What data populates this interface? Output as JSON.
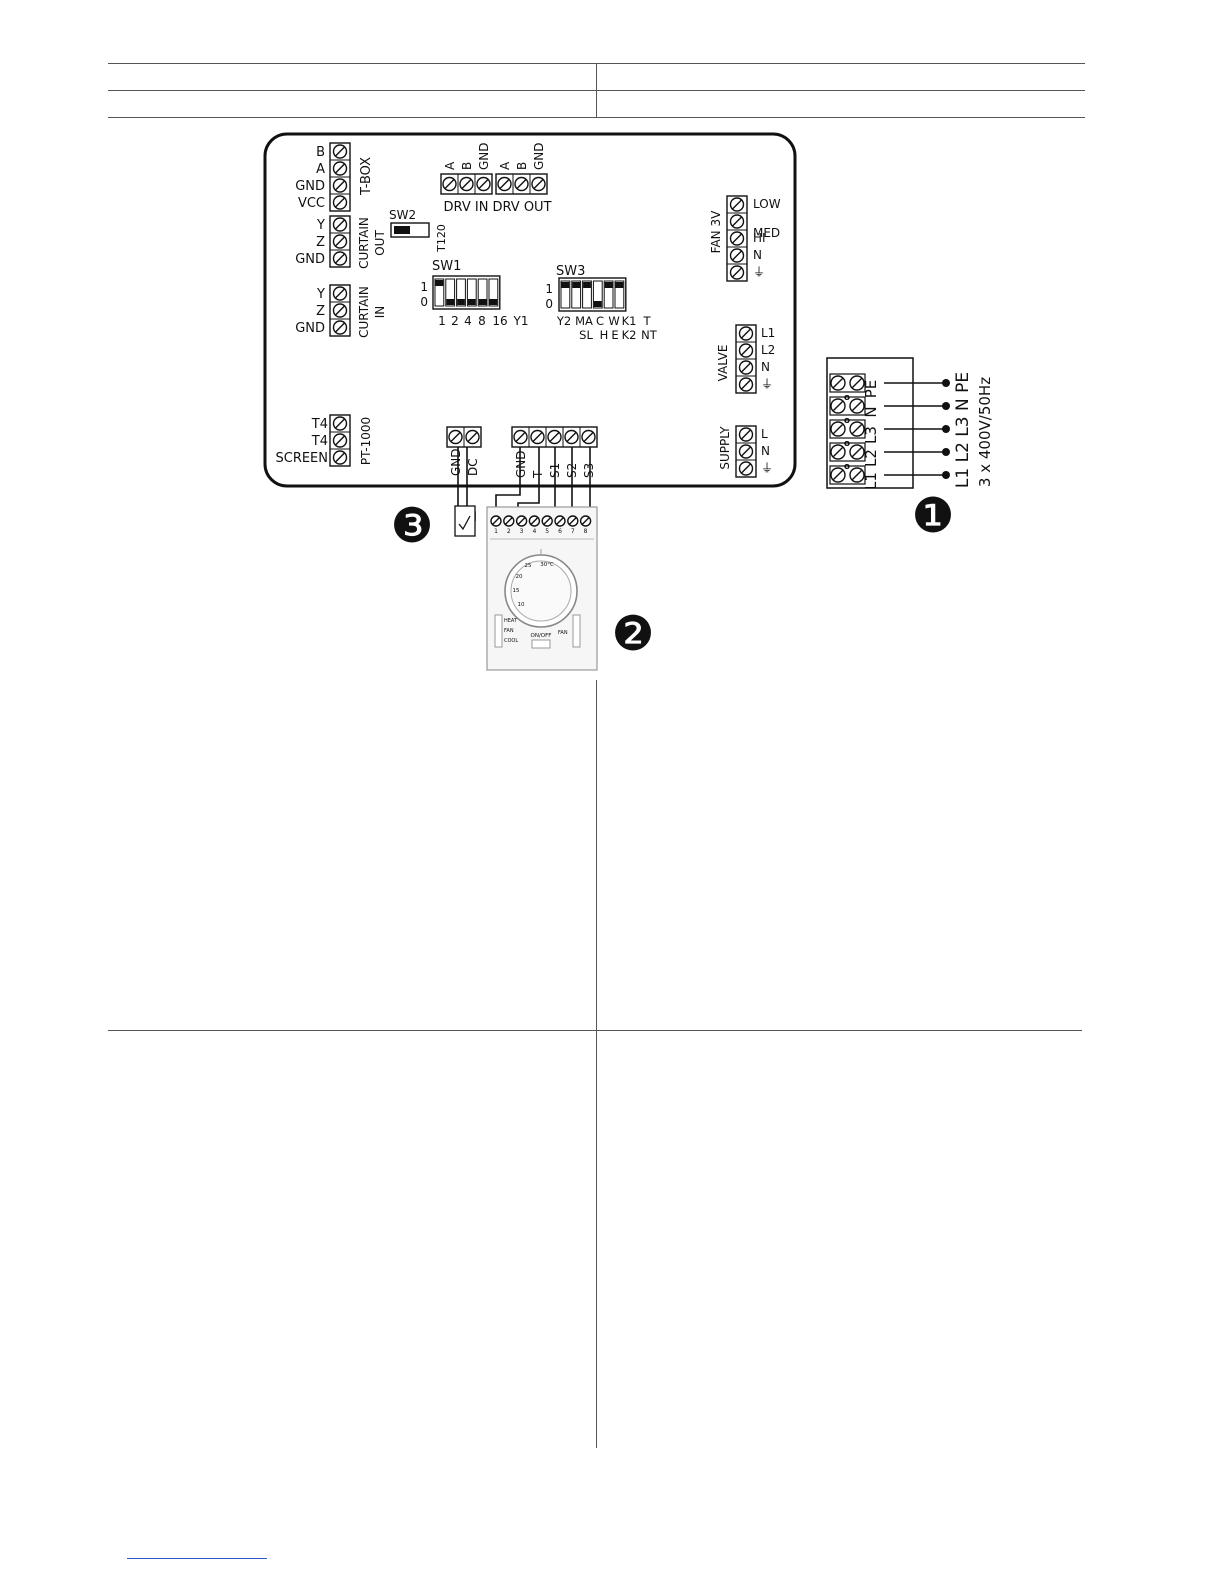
{
  "board": {
    "tbox": {
      "pins": [
        "B",
        "A",
        "GND",
        "VCC"
      ],
      "label": "T-BOX"
    },
    "curtain_out": {
      "pins": [
        "Y",
        "Z",
        "GND"
      ],
      "label1": "CURTAIN",
      "label2": "OUT"
    },
    "curtain_in": {
      "pins": [
        "Y",
        "Z",
        "GND"
      ],
      "label1": "CURTAIN",
      "label2": "IN"
    },
    "pt1000": {
      "pins": [
        "T4",
        "T4",
        "SCREEN"
      ],
      "label": "PT-1000"
    },
    "drv_in": {
      "pins": [
        "A",
        "B",
        "GND"
      ],
      "label": "DRV IN"
    },
    "drv_out": {
      "pins": [
        "A",
        "B",
        "GND"
      ],
      "label": "DRV OUT"
    },
    "sw2": {
      "label": "SW2",
      "sub": "T120"
    },
    "sw1": {
      "label": "SW1",
      "row1": "1",
      "row0": "0",
      "positions": [
        "1",
        "2",
        "4",
        "8",
        "16",
        "Y1"
      ],
      "states": [
        1,
        0,
        0,
        0,
        0,
        0
      ]
    },
    "sw3": {
      "label": "SW3",
      "row1": "1",
      "row0": "0",
      "top_labels": [
        "Y2",
        "MA",
        "C",
        "W",
        "K1",
        "T"
      ],
      "bottom_labels": [
        "SL",
        "H",
        "E",
        "K2",
        "NT"
      ],
      "states": [
        1,
        1,
        1,
        0,
        1,
        1
      ]
    },
    "fan": {
      "label": "FAN 3V",
      "pins": [
        "LOW",
        "MED",
        "HI",
        "N",
        "⏚"
      ]
    },
    "valve": {
      "label": "VALVE",
      "pins": [
        "L1",
        "L2",
        "N",
        "⏚"
      ]
    },
    "supply": {
      "label": "SUPPLY",
      "pins": [
        "L",
        "N",
        "⏚"
      ]
    },
    "dc": {
      "pins": [
        "GND",
        "DC"
      ]
    },
    "bottom": {
      "pins": [
        "GND",
        "T",
        "S1",
        "S2",
        "S3"
      ]
    }
  },
  "terminal_block": {
    "rows": [
      "PE",
      "N",
      "L3",
      "L2",
      "L1"
    ],
    "bridge_mark": "o",
    "supply_label": "L1 L2 L3 N PE",
    "supply_spec": "3 x 400V/50Hz"
  },
  "thermostat": {
    "terminals": [
      "1",
      "2",
      "3",
      "4",
      "5",
      "6",
      "7",
      "8"
    ],
    "dial_marks": [
      "10",
      "15",
      "20",
      "25",
      "30°C"
    ],
    "left_switch": [
      "HEAT",
      "FAN",
      "COOL"
    ],
    "center_switch": "ON/OFF",
    "right_switch": "FAN"
  },
  "callouts": [
    "❶",
    "❷",
    "❸"
  ]
}
